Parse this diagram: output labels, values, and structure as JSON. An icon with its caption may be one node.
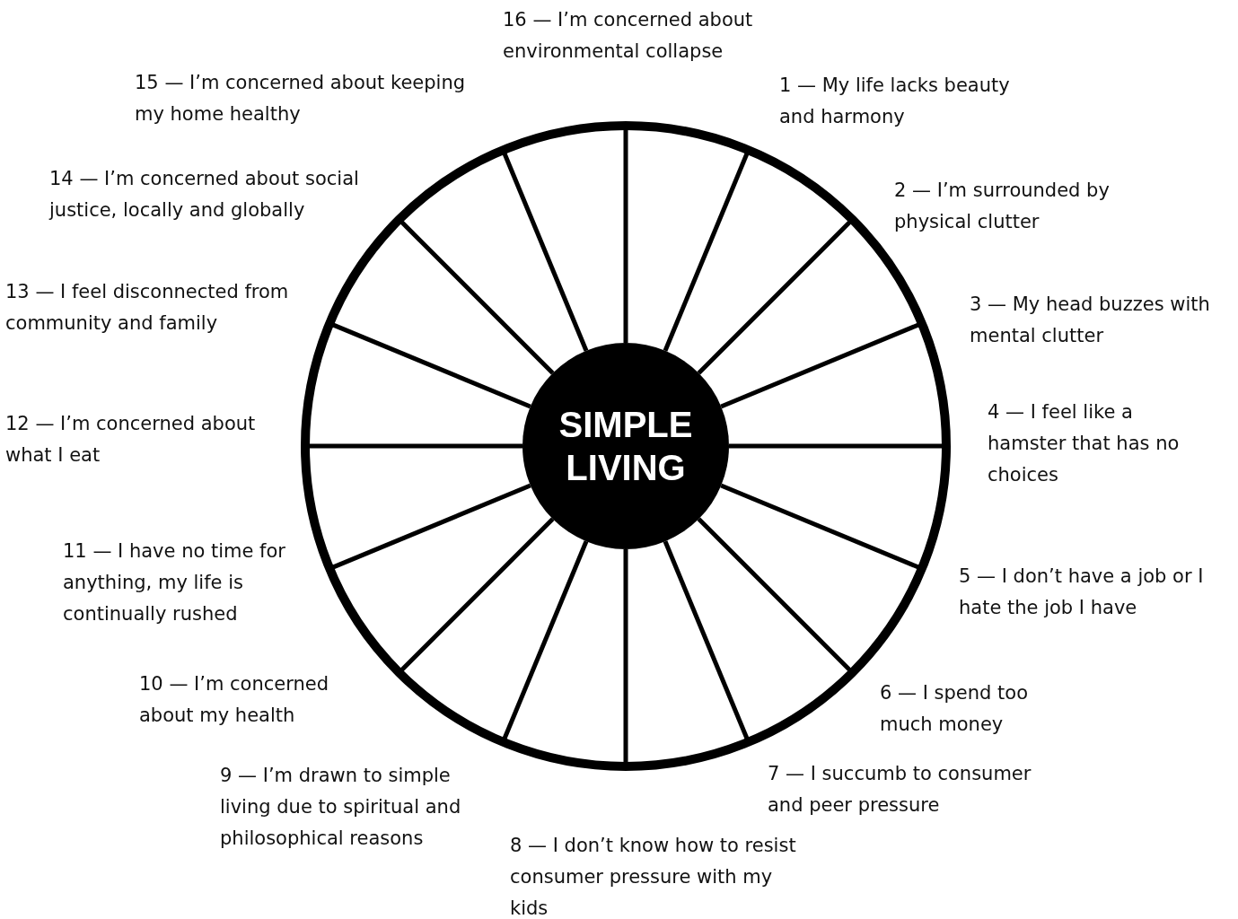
{
  "diagram": {
    "nodes": [
      {
        "text": [
          "SIMPLE LIVING"
        ]
      }
    ],
    "edges": [],
    "labels": [
      "16 — I’m concerned about environmental collapse",
      "15 — I’m concerned about keeping my home healthy",
      "1 — My life lacks beauty and harmony",
      "14 — I’m concerned about social justice, locally and globally",
      "2 — I’m surrounded by physical clutter",
      "13 — I feel disconnected from community and family",
      "3 — My head buzzes with mental clutter",
      "12 — I’m concerned about what I eat",
      "4 — I feel like a hamster that has no choices",
      "11 — I have no time for anything, my life is continually rushed",
      "5 — I don’t have a job or I hate the job I have",
      "10 — I’m concerned about my health",
      "6 — I spend too much money",
      "9 — I’m drawn to simple living due to spiritual and philosophical reasons",
      "7 — I succumb to consumer and peer pressure",
      "8 — I don’t know how to resist consumer pressure with my kids"
    ]
  }
}
